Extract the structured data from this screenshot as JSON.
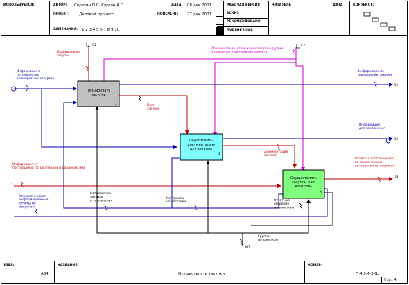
{
  "header": {
    "used_in_label": "ИСПОЛЬЗУЕТСЯ:",
    "author_label": "АВТОР:",
    "author_value": "Серегин П.С, Курган А.Г.",
    "date_label": "ДАТА:",
    "date_value": "08 дек 2001",
    "project_label": "ПРОЕКТ:",
    "project_value": "Деловой процесс",
    "revision_label": "ПОИСМ.ЧТ:",
    "revision_value": "27 дек 2001",
    "notes_label": "ЗАМЕЧАНИЯ:",
    "notes_value": "1 2 3 4 5 6 7 8 9 10",
    "status_working": "РАБОЧАЯ ВЕРСИЯ",
    "status_draft": "ЭСКИЗ",
    "status_recommended": "РЕКОМЕНДОВАНО",
    "status_publication": "ПУБЛИКАЦИЯ",
    "reader_label": "ЧИТАТЕЛЬ",
    "reader_date_label": "ДАТА",
    "context_label": "КОНТЕКСТ:"
  },
  "footer": {
    "node_label": "УЗЕЛ:",
    "node_value": "А34",
    "title_label": "НАЗВАНИЕ:",
    "title_value": "Осуществлять закупки",
    "number_label": "НОМЕР:",
    "number_value": "П-4.3.4-ЗКЦ",
    "page_value": "Стр.: 4"
  },
  "diagram": {
    "boxes": [
      {
        "name": "activity-box-1",
        "lines": [
          "Планировать",
          "закупки"
        ],
        "number": "1",
        "fill": "#c0c0c0"
      },
      {
        "name": "activity-box-2",
        "lines": [
          "Подготовить",
          "документацию",
          "для закупок"
        ],
        "number": "2",
        "fill": "#80ffff"
      },
      {
        "name": "activity-box-3",
        "lines": [
          "Осуществлять",
          "закупки и их",
          "контроль"
        ],
        "number": "3",
        "fill": "#80ff80"
      }
    ],
    "tunnels": {
      "c1": "С1",
      "c2": "С2",
      "i1": "I1",
      "i2": "I2",
      "o1": "О1",
      "o2": "О2",
      "o3": "О3",
      "m1": "М1"
    },
    "labels": {
      "control_in_1": [
        "Планирование",
        "закупок"
      ],
      "control_in_2": [
        "Документация, утвержденная процедурами",
        "управления изменениями проекта"
      ],
      "input_1": [
        "Информация о",
        "потребностях"
      ],
      "input_1b": [
        "в конкретных ресурсах"
      ],
      "input_2": [
        "Информация от",
        "поставщиков по закупкам и управлению ими"
      ],
      "output_1": [
        "Информация по",
        "завершению закупок"
      ],
      "output_2": [
        "Информация",
        "для заключения"
      ],
      "output_3": [
        "Отчеты о состоянии дел",
        "по заключенным",
        "контрактам по закупкам"
      ],
      "plan": [
        "План",
        "закупок"
      ],
      "docs": [
        "Документация",
        "закупок"
      ],
      "left_blue": [
        "Управленческие",
        "информационные",
        "отчеты по",
        "закупкам"
      ],
      "mid_black_1": [
        "Исполнитель",
        "закупок",
        "и заключения"
      ],
      "mid_black_2": [
        "Контракты",
        "на поставки"
      ],
      "right_black": [
        "Отчетные",
        "сведения",
        "по закупкам"
      ],
      "mechanism": [
        "Группа",
        "по закупкам"
      ]
    }
  }
}
